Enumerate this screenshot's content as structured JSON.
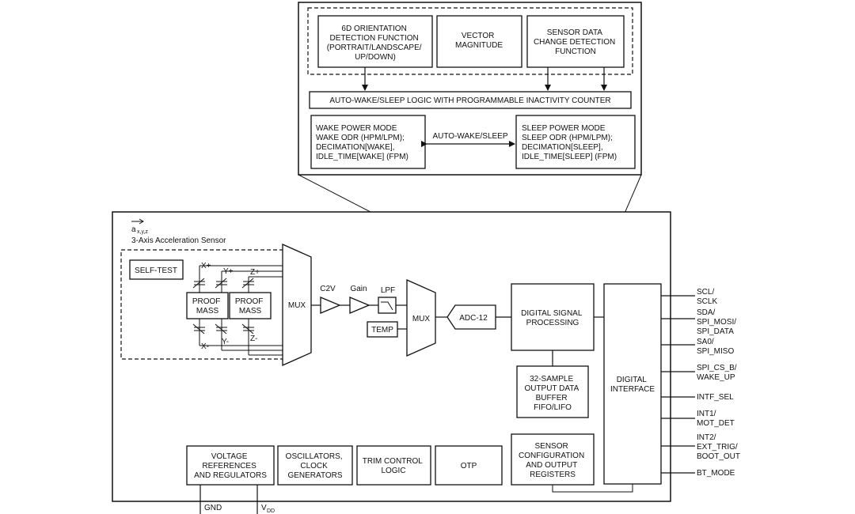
{
  "zoom": {
    "orientation": [
      "6D ORIENTATION",
      "DETECTION FUNCTION",
      "(PORTRAIT/LANDSCAPE/",
      "UP/DOWN)"
    ],
    "vector": [
      "VECTOR",
      "MAGNITUDE"
    ],
    "change": [
      "SENSOR DATA",
      "CHANGE DETECTION",
      "FUNCTION"
    ],
    "autowake_logic": "AUTO-WAKE/SLEEP LOGIC WITH PROGRAMMABLE INACTIVITY COUNTER",
    "wake": [
      "WAKE POWER MODE",
      "WAKE ODR (HPM/LPM);",
      "DECIMATION[WAKE],",
      "IDLE_TIME[WAKE] (FPM)"
    ],
    "sleep": [
      "SLEEP POWER MODE",
      "SLEEP ODR (HPM/LPM);",
      "DECIMATION[SLEEP],",
      "IDLE_TIME[SLEEP] (FPM)"
    ],
    "autowake_arrow": "AUTO-WAKE/SLEEP"
  },
  "main": {
    "axyz": "a",
    "axyz_sub": "x,y,z",
    "sensor_label": "3-Axis Acceleration Sensor",
    "self_test": "SELF-TEST",
    "proof_mass": [
      "PROOF",
      "MASS"
    ],
    "axis_labels": [
      "X+",
      "Y+",
      "Z+",
      "X-",
      "Y-",
      "Z-"
    ],
    "mux1": "MUX",
    "c2v": "C2V",
    "gain": "Gain",
    "lpf": "LPF",
    "temp": "TEMP",
    "mux2": "MUX",
    "adc": "ADC-12",
    "dsp": [
      "DIGITAL SIGNAL",
      "PROCESSING"
    ],
    "buffer": [
      "32-SAMPLE",
      "OUTPUT DATA",
      "BUFFER",
      "FIFO/LIFO"
    ],
    "digital_interface": [
      "DIGITAL",
      "INTERFACE"
    ],
    "voltage": [
      "VOLTAGE",
      "REFERENCES",
      "AND REGULATORS"
    ],
    "oscillators": [
      "OSCILLATORS,",
      "CLOCK",
      "GENERATORS"
    ],
    "trim": [
      "TRIM CONTROL",
      "LOGIC"
    ],
    "otp": "OTP",
    "sensor_config": [
      "SENSOR",
      "CONFIGURATION",
      "AND OUTPUT",
      "REGISTERS"
    ],
    "gnd": "GND",
    "vdd": "V",
    "vdd_sub": "DD"
  },
  "pins": [
    [
      "SCL/",
      "SCLK"
    ],
    [
      "SDA/",
      "SPI_MOSI/",
      "SPI_DATA"
    ],
    [
      "SA0/",
      "SPI_MISO"
    ],
    [
      "SPI_CS_B/",
      "WAKE_UP"
    ],
    [
      "INTF_SEL"
    ],
    [
      "INT1/",
      "MOT_DET"
    ],
    [
      "INT2/",
      "EXT_TRIG/",
      "BOOT_OUT"
    ],
    [
      "BT_MODE"
    ]
  ]
}
